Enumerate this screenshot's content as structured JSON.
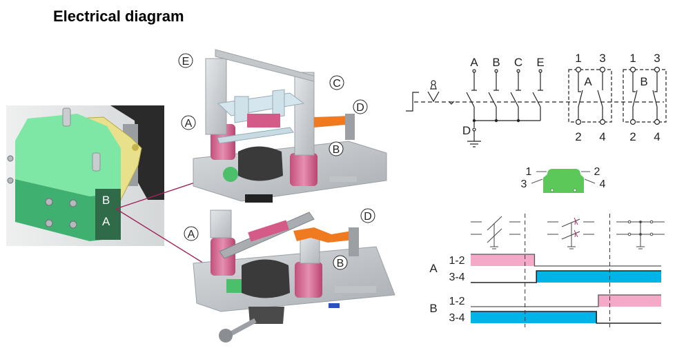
{
  "title": "Electrical diagram",
  "colors": {
    "pink": "#f4a9c8",
    "cyan": "#00b4e8",
    "switch_green": "#5dc85a",
    "module_green_light": "#7fe0a6",
    "module_green_dark": "#2e6b45",
    "leader_line": "#a0245c",
    "coil_pink": "#d96a92",
    "orange_strap": "#f07a20",
    "knob_dark": "#3a3a3a",
    "metal": "#c8ccd0"
  },
  "closeup": {
    "labels": [
      "B",
      "A"
    ]
  },
  "render_top": {
    "callouts": [
      "E",
      "C",
      "D",
      "A",
      "B"
    ]
  },
  "render_bottom": {
    "callouts": [
      "A",
      "D",
      "B"
    ]
  },
  "schematic": {
    "contacts": [
      "A",
      "B",
      "C",
      "E"
    ],
    "ground_label": "D",
    "switch_blocks": [
      {
        "name": "A",
        "top_terminals": [
          "1",
          "3"
        ],
        "bottom_terminals": [
          "2",
          "4"
        ]
      },
      {
        "name": "B",
        "top_terminals": [
          "1",
          "3"
        ],
        "bottom_terminals": [
          "2",
          "4"
        ]
      }
    ]
  },
  "microswitch": {
    "terminals": [
      "1",
      "2",
      "3",
      "4"
    ]
  },
  "timing": {
    "positions": [
      "open",
      "intermediate",
      "earthed"
    ],
    "rows": [
      {
        "group": "A",
        "label": "1-2",
        "on_start": 0.0,
        "on_end": 0.335,
        "color": "pink"
      },
      {
        "group": "A",
        "label": "3-4",
        "on_start": 0.345,
        "on_end": 1.0,
        "color": "cyan"
      },
      {
        "group": "B",
        "label": "1-2",
        "on_start": 0.67,
        "on_end": 1.0,
        "color": "pink"
      },
      {
        "group": "B",
        "label": "3-4",
        "on_start": 0.0,
        "on_end": 0.66,
        "color": "cyan"
      }
    ],
    "dividers": [
      0.285,
      0.73
    ]
  }
}
